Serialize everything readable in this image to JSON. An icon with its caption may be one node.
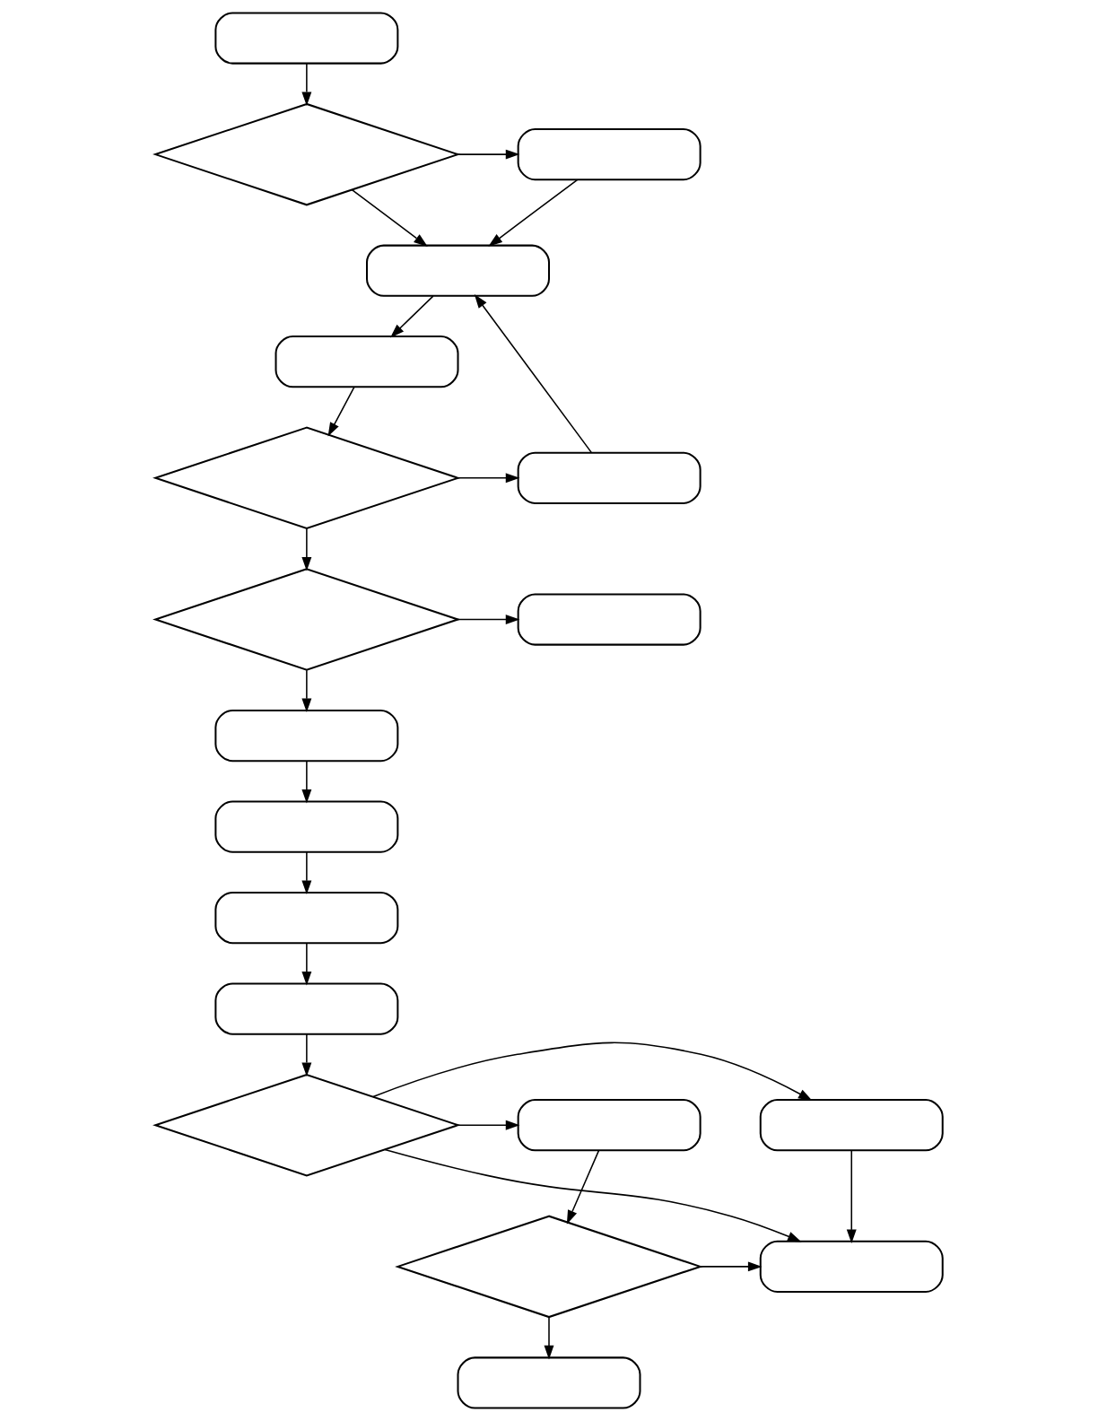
{
  "diagram": {
    "nodes": [
      {
        "text": [],
        "shape": "box"
      },
      {
        "text": [],
        "shape": "diamond"
      },
      {
        "text": [],
        "shape": "box"
      },
      {
        "text": [],
        "shape": "box"
      },
      {
        "text": [],
        "shape": "box"
      },
      {
        "text": [],
        "shape": "diamond"
      },
      {
        "text": [],
        "shape": "box"
      },
      {
        "text": [],
        "shape": "diamond"
      },
      {
        "text": [],
        "shape": "box"
      },
      {
        "text": [],
        "shape": "box"
      },
      {
        "text": [],
        "shape": "box"
      },
      {
        "text": [],
        "shape": "box"
      },
      {
        "text": [],
        "shape": "box"
      },
      {
        "text": [],
        "shape": "box"
      },
      {
        "text": [],
        "shape": "diamond"
      },
      {
        "text": [],
        "shape": "box"
      },
      {
        "text": [],
        "shape": "box"
      },
      {
        "text": [],
        "shape": "diamond"
      },
      {
        "text": [],
        "shape": "box"
      }
    ],
    "edges": [
      {
        "from": 0,
        "to": 1,
        "arrow": "to"
      },
      {
        "from": 1,
        "to": 2,
        "arrow": "to"
      },
      {
        "from": 1,
        "to": 3,
        "arrow": "to"
      },
      {
        "from": 2,
        "to": 3,
        "arrow": "to"
      },
      {
        "from": 3,
        "to": 4,
        "arrow": "to"
      },
      {
        "from": 4,
        "to": 5,
        "arrow": "to"
      },
      {
        "from": 5,
        "to": 6,
        "arrow": "to"
      },
      {
        "from": 6,
        "to": 3,
        "arrow": "to"
      },
      {
        "from": 5,
        "to": 7,
        "arrow": "to"
      },
      {
        "from": 7,
        "to": 8,
        "arrow": "to"
      },
      {
        "from": 7,
        "to": 9,
        "arrow": "to"
      },
      {
        "from": 9,
        "to": 10,
        "arrow": "to"
      },
      {
        "from": 10,
        "to": 11,
        "arrow": "to"
      },
      {
        "from": 11,
        "to": 12,
        "arrow": "to"
      },
      {
        "from": 12,
        "to": 14,
        "arrow": "to"
      },
      {
        "from": 14,
        "to": 13,
        "arrow": "to"
      },
      {
        "from": 14,
        "to": 15,
        "arrow": "to"
      },
      {
        "from": 14,
        "to": 16,
        "arrow": "to"
      },
      {
        "from": 13,
        "to": 16,
        "arrow": "to"
      },
      {
        "from": 15,
        "to": 17,
        "arrow": "to"
      },
      {
        "from": 17,
        "to": 16,
        "arrow": "to"
      },
      {
        "from": 17,
        "to": 18,
        "arrow": "to"
      }
    ]
  }
}
